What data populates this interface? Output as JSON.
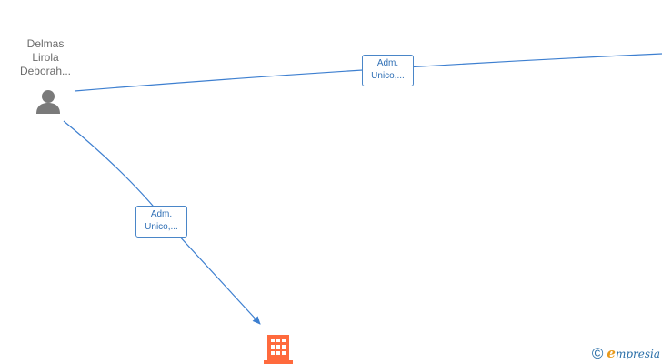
{
  "diagram": {
    "person": {
      "name_lines": [
        "Delmas",
        "Lirola",
        "Deborah..."
      ],
      "icon": "person-icon"
    },
    "company": {
      "icon": "building-icon",
      "color": "#ff6a3d"
    },
    "edges": [
      {
        "id": "top",
        "label_lines": [
          "Adm.",
          "Unico,..."
        ]
      },
      {
        "id": "left",
        "label_lines": [
          "Adm.",
          "Unico,..."
        ]
      }
    ],
    "colors": {
      "edge": "#3d7fd0",
      "label_border": "#4a86c8",
      "label_text": "#2f6fb5",
      "person": "#7a7a7a"
    }
  },
  "watermark": {
    "symbol": "©",
    "brand_initial": "e",
    "brand_rest": "mpresia"
  }
}
